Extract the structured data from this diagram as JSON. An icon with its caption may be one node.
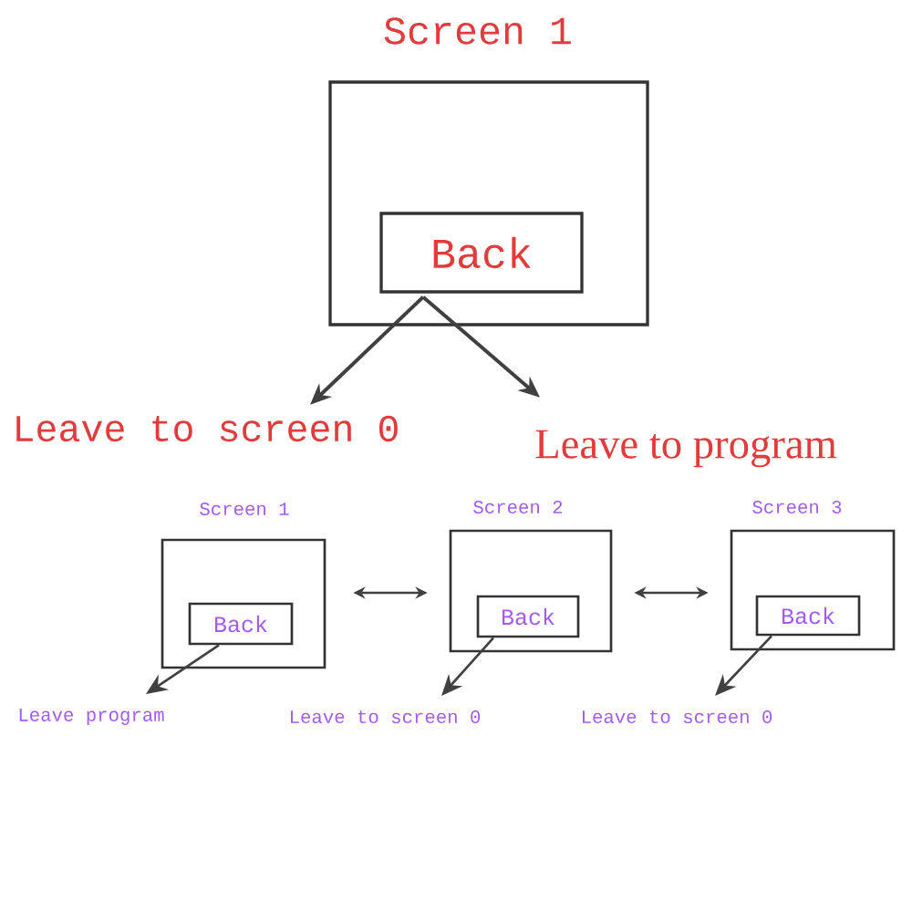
{
  "diagram": {
    "nodes": [
      {
        "text": [
          "Screen 1"
        ]
      },
      {
        "text": [
          "Back"
        ],
        "in": 0
      },
      {
        "text": [
          "Leave to screen 0"
        ]
      },
      {
        "text": [
          "Leave to program"
        ]
      },
      {
        "text": [
          "Screen 1"
        ]
      },
      {
        "text": [
          "Back"
        ],
        "in": 4
      },
      {
        "text": [
          "Screen 2"
        ]
      },
      {
        "text": [
          "Back"
        ],
        "in": 6
      },
      {
        "text": [
          "Screen 3"
        ]
      },
      {
        "text": [
          "Back"
        ],
        "in": 8
      },
      {
        "text": [
          "Leave program"
        ]
      },
      {
        "text": [
          "Leave to screen 0"
        ]
      },
      {
        "text": [
          "Leave to screen 0"
        ]
      }
    ],
    "edges": [
      {
        "from": 1,
        "to": 2,
        "arrow": "to"
      },
      {
        "from": 1,
        "to": 3,
        "arrow": "to"
      },
      {
        "from": 4,
        "to": 6,
        "arrow": "both"
      },
      {
        "from": 6,
        "to": 8,
        "arrow": "both"
      },
      {
        "from": 5,
        "to": 10,
        "arrow": "to"
      },
      {
        "from": 7,
        "to": 11,
        "arrow": "to"
      },
      {
        "from": 9,
        "to": 12,
        "arrow": "to"
      }
    ]
  }
}
